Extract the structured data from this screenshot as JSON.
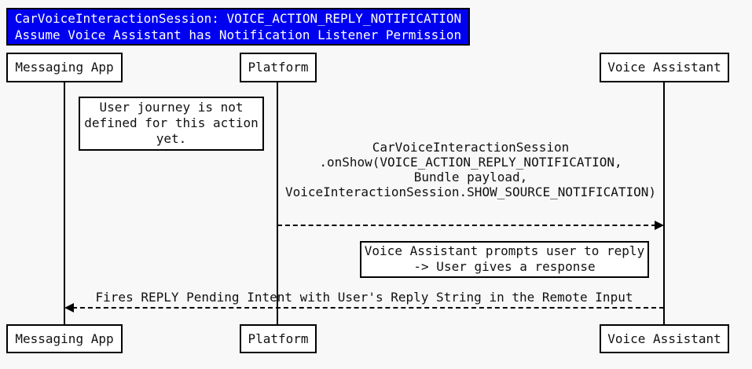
{
  "colors": {
    "background": "#f8f8f8",
    "title_bg": "#0000f0",
    "title_text": "#ffffff",
    "line": "#000000",
    "box_bg": "#ffffff"
  },
  "title": {
    "lines": [
      "CarVoiceInteractionSession: VOICE_ACTION_REPLY_NOTIFICATION",
      "Assume Voice Assistant has Notification Listener Permission"
    ]
  },
  "actors": [
    {
      "label": "Messaging App"
    },
    {
      "label": "Platform"
    },
    {
      "label": "Voice Assistant"
    }
  ],
  "notes": [
    {
      "anchor": "Messaging App / Platform gap",
      "lines": [
        "User journey is not",
        "defined for this action",
        "yet."
      ]
    },
    {
      "anchor": "Platform / Voice Assistant gap",
      "lines": [
        "Voice Assistant prompts user to reply",
        "-> User gives a response"
      ]
    }
  ],
  "messages": [
    {
      "from": "Platform",
      "to": "Voice Assistant",
      "style": "dashed",
      "lines": [
        "CarVoiceInteractionSession",
        ".onShow(VOICE_ACTION_REPLY_NOTIFICATION,",
        "Bundle payload,",
        "VoiceInteractionSession.SHOW_SOURCE_NOTIFICATION)"
      ]
    },
    {
      "from": "Voice Assistant",
      "to": "Messaging App",
      "style": "dashed",
      "lines": [
        "Fires REPLY Pending Intent with User's Reply String in the Remote Input"
      ]
    }
  ]
}
